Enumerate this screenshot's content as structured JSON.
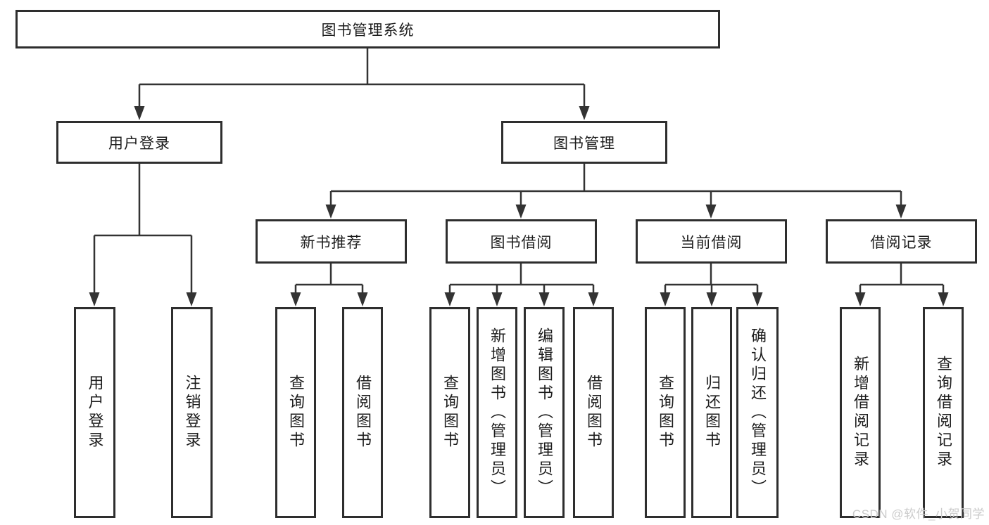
{
  "diagram": {
    "title": "图书管理系统",
    "root": {
      "label": "图书管理系统"
    },
    "level2": [
      {
        "id": "user-login",
        "label": "用户登录"
      },
      {
        "id": "book-management",
        "label": "图书管理"
      }
    ],
    "level3": [
      {
        "id": "new-book-recommendation",
        "label": "新书推荐",
        "parent": "图书管理"
      },
      {
        "id": "book-borrowing",
        "label": "图书借阅",
        "parent": "图书管理"
      },
      {
        "id": "current-borrowing",
        "label": "当前借阅",
        "parent": "图书管理"
      },
      {
        "id": "borrowing-records",
        "label": "借阅记录",
        "parent": "图书管理"
      }
    ],
    "leaves": [
      {
        "id": "user-login-leaf",
        "label": "用户登录",
        "parent": "用户登录"
      },
      {
        "id": "logout-leaf",
        "label": "注销登录",
        "parent": "用户登录"
      },
      {
        "id": "query-books-recommend",
        "label": "查询图书",
        "parent": "新书推荐"
      },
      {
        "id": "borrow-books-recommend",
        "label": "借阅图书",
        "parent": "新书推荐"
      },
      {
        "id": "query-books-borrow",
        "label": "查询图书",
        "parent": "图书借阅"
      },
      {
        "id": "add-books-admin",
        "label": "新增图书（管理员）",
        "parent": "图书借阅"
      },
      {
        "id": "edit-books-admin",
        "label": "编辑图书（管理员）",
        "parent": "图书借阅"
      },
      {
        "id": "borrow-books-borrow",
        "label": "借阅图书",
        "parent": "图书借阅"
      },
      {
        "id": "query-books-current",
        "label": "查询图书",
        "parent": "当前借阅"
      },
      {
        "id": "return-books",
        "label": "归还图书",
        "parent": "当前借阅"
      },
      {
        "id": "confirm-return-admin",
        "label": "确认归还（管理员）",
        "parent": "当前借阅"
      },
      {
        "id": "add-borrow-record",
        "label": "新增借阅记录",
        "parent": "借阅记录"
      },
      {
        "id": "query-borrow-record",
        "label": "查询借阅记录",
        "parent": "借阅记录"
      }
    ],
    "colors": {
      "line": "#333333",
      "box_border": "#2e2e2e",
      "text": "#1c1c1c",
      "background": "#ffffff",
      "watermark": "#cbcbcb"
    }
  },
  "watermark": {
    "text": "CSDN @软件_小贺同学"
  }
}
